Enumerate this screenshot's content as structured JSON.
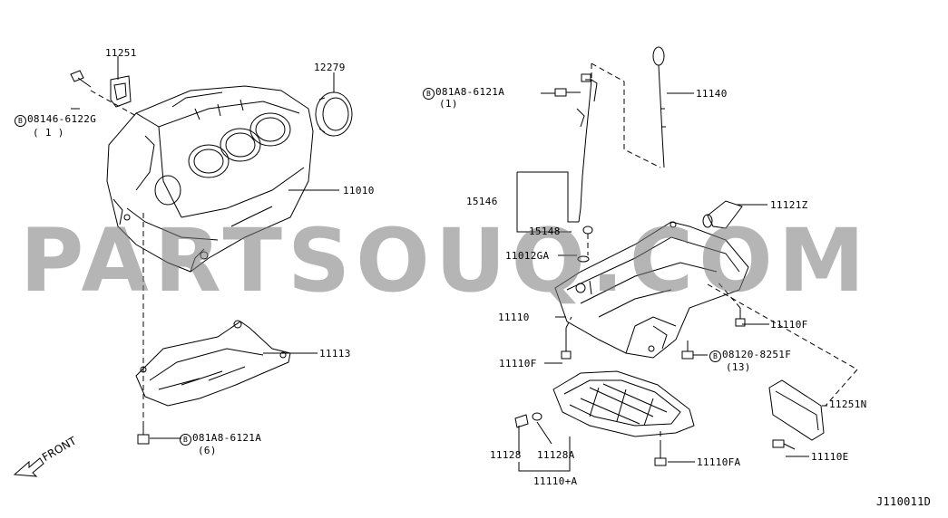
{
  "watermark": "PARTSOUQ.COM",
  "front_label": "FRONT",
  "diagram_code": "J110011D",
  "parts": {
    "p11251": "11251",
    "p12279": "12279",
    "p11010": "11010",
    "p11113": "11113",
    "p11140": "11140",
    "p15146": "15146",
    "p15148": "15148",
    "p11012GA": "11012GA",
    "p11121Z": "11121Z",
    "p11110": "11110",
    "p11110F_a": "11110F",
    "p11110F_b": "11110F",
    "p11128": "11128",
    "p11128A": "11128A",
    "p11110A": "11110+A",
    "p11110FA": "11110FA",
    "p11251N": "11251N",
    "p11110E": "11110E"
  },
  "bolts": {
    "b1": {
      "symbol": "B",
      "code": "08146-6122G",
      "qty": "( 1 )"
    },
    "b2": {
      "symbol": "B",
      "code": "081A8-6121A",
      "qty": "(1)"
    },
    "b3": {
      "symbol": "B",
      "code": "081A8-6121A",
      "qty": "(6)"
    },
    "b4": {
      "symbol": "B",
      "code": "08120-8251F",
      "qty": "(13)"
    }
  }
}
